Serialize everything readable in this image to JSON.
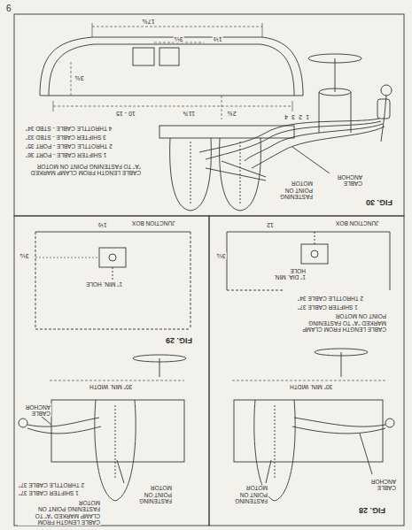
{
  "diagram": {
    "labels": [
      "6",
      "17¾",
      "3¼",
      "1½",
      "3¾",
      "2¾",
      "11⅞",
      "10 - 15",
      "1",
      "2",
      "3",
      "4",
      "1 SHIFTER CABLE - PORT 36\"",
      "2 THROTTLE CABLE - PORT 35\"",
      "3 SHIFTER CABLE - STBD 33\"",
      "4 THROTTLE CABLE - STBD 34\"",
      "CABLE LENGTH FROM CLAMP MARKED \"A\" TO FASTENING POINT ON MOTOR",
      "FASTENING POINT ON MOTOR",
      "CABLE ANCHOR",
      "FIG. 30",
      "JUNCTION BOX",
      "3¼",
      "1½",
      "1\" MIN. HOLE",
      "FIG. 29",
      "30\" MIN. WIDTH",
      "CABLE ANCHOR",
      "FASTENING POINT ON MOTOR",
      "CABLE LENGTH FROM CLAMP MARKED \"A\" TO FASTENING POINT ON MOTOR",
      "1 SHIFTER CABLE 37\"",
      "2 THROTTLE CABLE 37\"",
      "JUNCTION BOX",
      "3¼",
      "12",
      "1\" DIA. MIN. HOLE",
      "CABLE LENGTH FROM CLAMP MARKED \"A\" TO FASTENING POINT ON MOTOR",
      "1 SHIFTER CABLE 37\"",
      "2 THROTTLE CABLE 34\"",
      "FIG. 28",
      "30\" MIN. WIDTH",
      "CABLE ANCHOR",
      "FASTENING POINT ON MOTOR"
    ]
  }
}
